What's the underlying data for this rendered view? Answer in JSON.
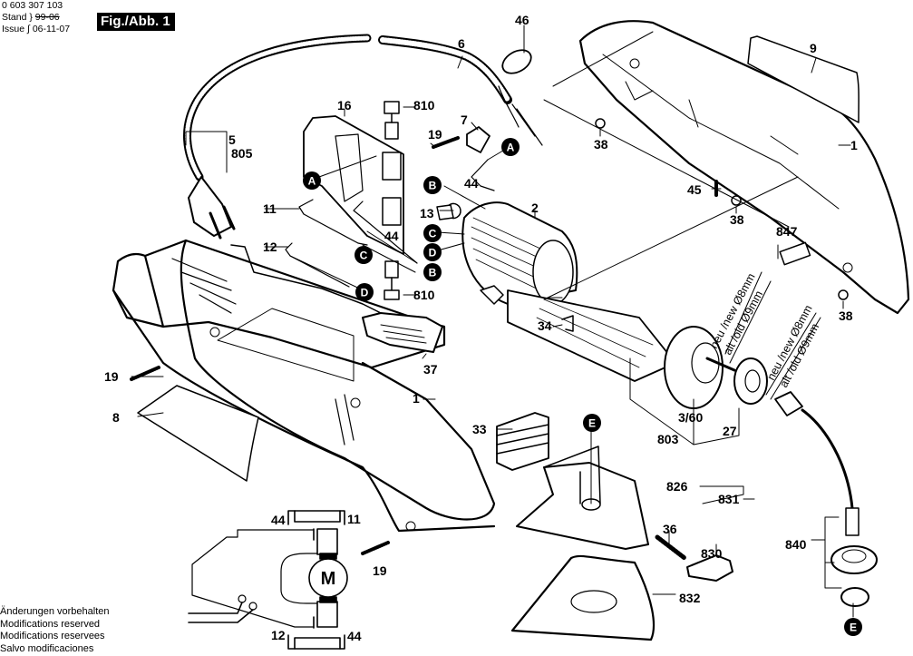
{
  "header": {
    "part_number": "0 603 307 103",
    "stand_label": "Stand",
    "stand_old_date": "99-06",
    "issue_label": "Issue",
    "issue_date": "06-11-07",
    "figure_title": "Fig./Abb. 1"
  },
  "footer": {
    "notes": [
      "Änderungen vorbehalten",
      "Modifications reserved",
      "Modifications reservees",
      "Salvo modificaciones"
    ]
  },
  "diameter_notes": {
    "armature": {
      "new": "neu /new Ø8mm",
      "old": "alt /old Ø9mm"
    },
    "bearing": {
      "new": "neu /new Ø8mm",
      "old": "alt /old Ø9mm"
    }
  },
  "connectors": {
    "A": "A",
    "B": "B",
    "C": "C",
    "D": "D",
    "E": "E"
  },
  "motor_symbol": "M",
  "parts": {
    "p1a": "1",
    "p1b": "1",
    "p2": "2",
    "p5": "5",
    "p805": "805",
    "p6": "6",
    "p7": "7",
    "p8": "8",
    "p9": "9",
    "p11a": "11",
    "p11b": "11",
    "p12a": "12",
    "p12b": "12",
    "p13": "13",
    "p16": "16",
    "p19a": "19",
    "p19b": "19",
    "p19c": "19",
    "p27": "27",
    "p33": "33",
    "p34": "34",
    "p36": "36",
    "p37": "37",
    "p38a": "38",
    "p38b": "38",
    "p38c": "38",
    "p44a": "44",
    "p44b": "44",
    "p44c": "44",
    "p44d": "44",
    "p45": "45",
    "p46": "46",
    "p360": "3/60",
    "p803": "803",
    "p810a": "810",
    "p810b": "810",
    "p826": "826",
    "p830": "830",
    "p831": "831",
    "p832": "832",
    "p840": "840",
    "p847": "847"
  }
}
